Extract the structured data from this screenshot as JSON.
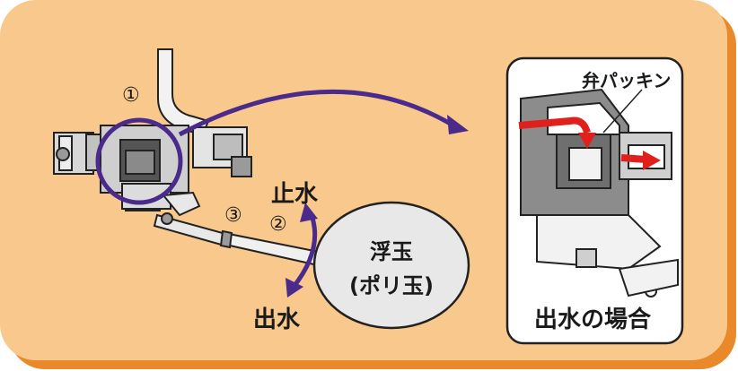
{
  "labels": {
    "step1": "①",
    "step2": "②",
    "step3": "③",
    "stop_water": "止水",
    "output_water": "出水",
    "float_line1": "浮玉",
    "float_line2": "(ポリ玉)",
    "valve_packing": "弁パッキン",
    "inset_caption": "出水の場合"
  },
  "colors": {
    "panel": "#f8c88c",
    "panel_shadow": "#e9892a",
    "accent_purple": "#4a2a8a",
    "flow_red": "#e0201c",
    "body_gray": "#9a9a9a",
    "float_gray": "#e8e8e8"
  }
}
